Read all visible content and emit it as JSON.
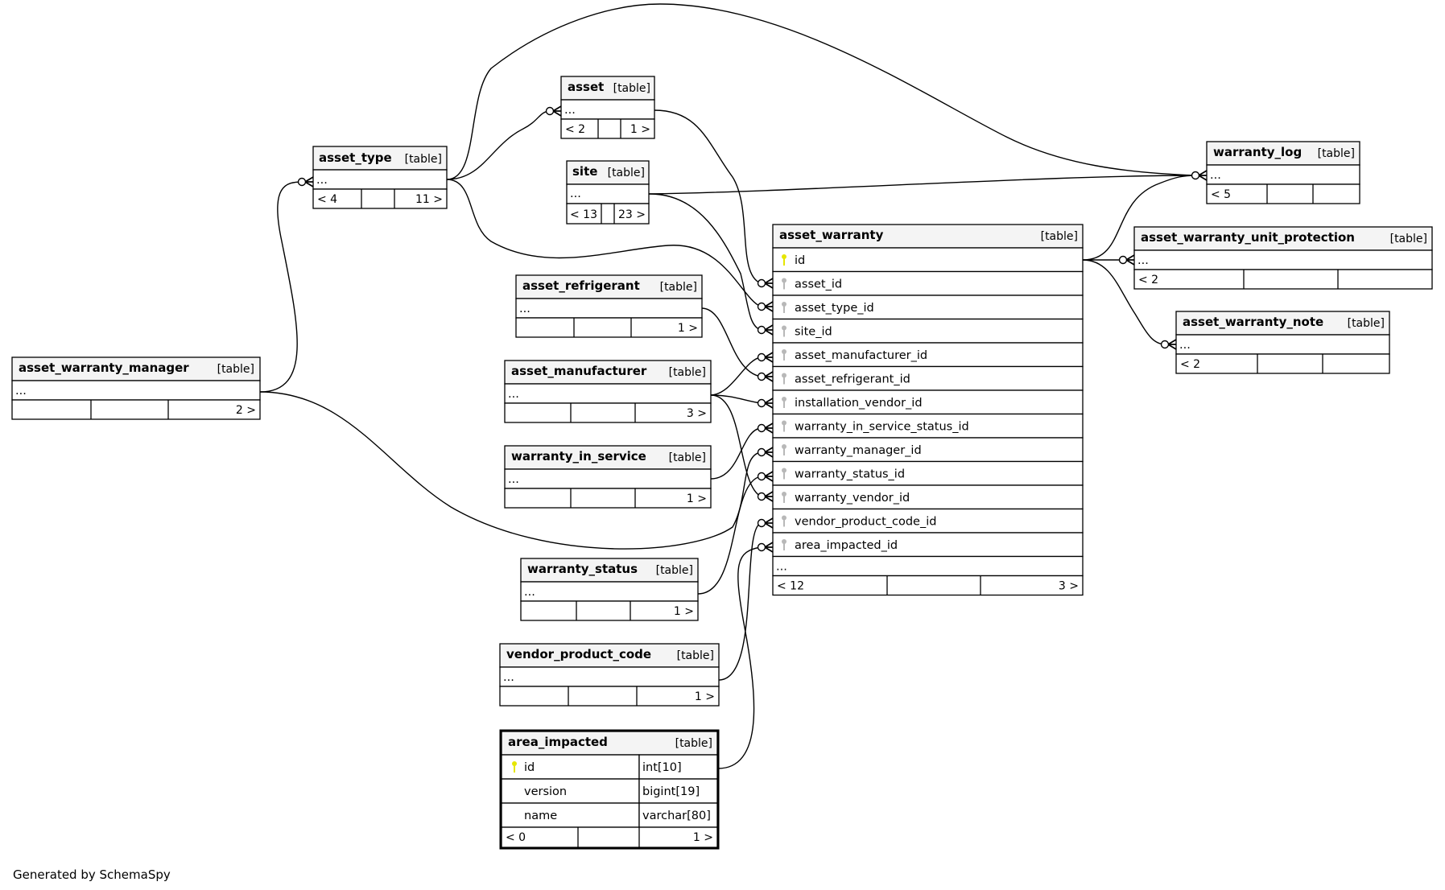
{
  "footer_text": "Generated by SchemaSpy",
  "colors": {
    "pk_key": "#e6e600",
    "fk_key": "#b8b8b8",
    "header_bg": "#f4f4f4"
  },
  "tables": {
    "asset_warranty": {
      "name": "asset_warranty",
      "tag": "[table]",
      "columns": [
        {
          "name": "id",
          "key": "pk-key-icon"
        },
        {
          "name": "asset_id",
          "key": "fk-key-icon"
        },
        {
          "name": "asset_type_id",
          "key": "fk-key-icon"
        },
        {
          "name": "site_id",
          "key": "fk-key-icon"
        },
        {
          "name": "asset_manufacturer_id",
          "key": "fk-key-icon"
        },
        {
          "name": "asset_refrigerant_id",
          "key": "fk-key-icon"
        },
        {
          "name": "installation_vendor_id",
          "key": "fk-key-icon"
        },
        {
          "name": "warranty_in_service_status_id",
          "key": "fk-key-icon"
        },
        {
          "name": "warranty_manager_id",
          "key": "fk-key-icon"
        },
        {
          "name": "warranty_status_id",
          "key": "fk-key-icon"
        },
        {
          "name": "warranty_vendor_id",
          "key": "fk-key-icon"
        },
        {
          "name": "vendor_product_code_id",
          "key": "fk-key-icon"
        },
        {
          "name": "area_impacted_id",
          "key": "fk-key-icon"
        }
      ],
      "more": "...",
      "footer": [
        "< 12",
        "",
        "3 >"
      ]
    },
    "asset": {
      "name": "asset",
      "tag": "[table]",
      "more": "...",
      "footer": [
        "< 2",
        "",
        "1 >"
      ]
    },
    "asset_type": {
      "name": "asset_type",
      "tag": "[table]",
      "more": "...",
      "footer": [
        "< 4",
        "",
        "11 >"
      ]
    },
    "site": {
      "name": "site",
      "tag": "[table]",
      "more": "...",
      "footer": [
        "< 13",
        "",
        "23 >"
      ]
    },
    "warranty_log": {
      "name": "warranty_log",
      "tag": "[table]",
      "more": "...",
      "footer": [
        "< 5",
        "",
        ""
      ]
    },
    "asset_warranty_unit_protection": {
      "name": "asset_warranty_unit_protection",
      "tag": "[table]",
      "more": "...",
      "footer": [
        "< 2",
        "",
        ""
      ]
    },
    "asset_warranty_note": {
      "name": "asset_warranty_note",
      "tag": "[table]",
      "more": "...",
      "footer": [
        "< 2",
        "",
        ""
      ]
    },
    "asset_warranty_manager": {
      "name": "asset_warranty_manager",
      "tag": "[table]",
      "more": "...",
      "footer": [
        "",
        "",
        "2 >"
      ]
    },
    "asset_refrigerant": {
      "name": "asset_refrigerant",
      "tag": "[table]",
      "more": "...",
      "footer": [
        "",
        "",
        "1 >"
      ]
    },
    "asset_manufacturer": {
      "name": "asset_manufacturer",
      "tag": "[table]",
      "more": "...",
      "footer": [
        "",
        "",
        "3 >"
      ]
    },
    "warranty_in_service": {
      "name": "warranty_in_service",
      "tag": "[table]",
      "more": "...",
      "footer": [
        "",
        "",
        "1 >"
      ]
    },
    "warranty_status": {
      "name": "warranty_status",
      "tag": "[table]",
      "more": "...",
      "footer": [
        "",
        "",
        "1 >"
      ]
    },
    "vendor_product_code": {
      "name": "vendor_product_code",
      "tag": "[table]",
      "more": "...",
      "footer": [
        "",
        "",
        "1 >"
      ]
    },
    "area_impacted": {
      "name": "area_impacted",
      "tag": "[table]",
      "columns": [
        {
          "name": "id",
          "type": "int[10]",
          "key": "pk-key-icon"
        },
        {
          "name": "version",
          "type": "bigint[19]",
          "key": ""
        },
        {
          "name": "name",
          "type": "varchar[80]",
          "key": ""
        }
      ],
      "footer": [
        "< 0",
        "",
        "1 >"
      ]
    }
  },
  "relationships": [
    {
      "from": "asset",
      "to": "asset_warranty.asset_id"
    },
    {
      "from": "asset_type",
      "to": "asset_warranty.asset_type_id"
    },
    {
      "from": "site",
      "to": "asset_warranty.site_id"
    },
    {
      "from": "asset_manufacturer",
      "to": "asset_warranty.asset_manufacturer_id"
    },
    {
      "from": "asset_refrigerant",
      "to": "asset_warranty.asset_refrigerant_id"
    },
    {
      "from": "asset_manufacturer",
      "to": "asset_warranty.installation_vendor_id"
    },
    {
      "from": "warranty_in_service",
      "to": "asset_warranty.warranty_in_service_status_id"
    },
    {
      "from": "asset_warranty_manager",
      "to": "asset_warranty.warranty_manager_id"
    },
    {
      "from": "warranty_status",
      "to": "asset_warranty.warranty_status_id"
    },
    {
      "from": "asset_manufacturer",
      "to": "asset_warranty.warranty_vendor_id"
    },
    {
      "from": "vendor_product_code",
      "to": "asset_warranty.vendor_product_code_id"
    },
    {
      "from": "area_impacted",
      "to": "asset_warranty.area_impacted_id"
    },
    {
      "from": "asset_type",
      "to": "asset"
    },
    {
      "from": "asset_warranty_manager",
      "to": "asset_type"
    },
    {
      "from": "asset_type",
      "to": "warranty_log"
    },
    {
      "from": "site",
      "to": "warranty_log"
    },
    {
      "from": "asset_warranty",
      "to": "warranty_log"
    },
    {
      "from": "asset_warranty",
      "to": "asset_warranty_unit_protection"
    },
    {
      "from": "asset_warranty",
      "to": "asset_warranty_note"
    }
  ]
}
